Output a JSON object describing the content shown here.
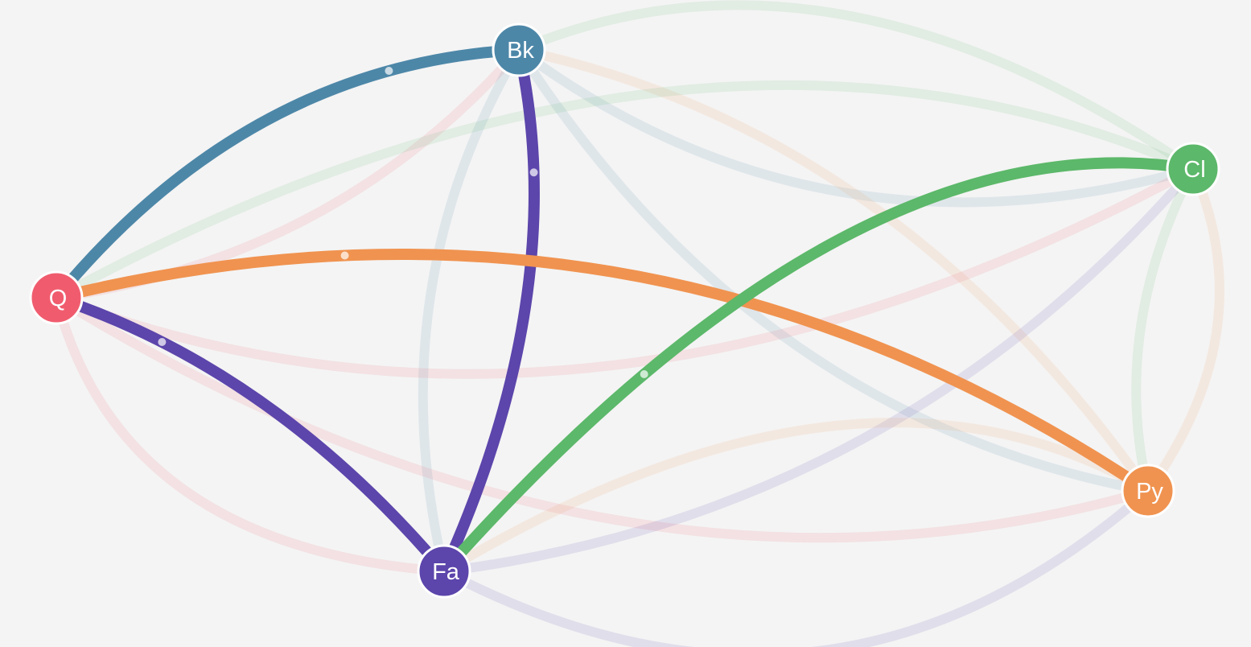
{
  "background_color": "#f4f4f4",
  "nodes": [
    {
      "id": "bk",
      "label": "Bk",
      "color": "#4d87a8"
    },
    {
      "id": "cl",
      "label": "Cl",
      "color": "#5cb86a"
    },
    {
      "id": "py",
      "label": "Py",
      "color": "#f09350"
    },
    {
      "id": "fa",
      "label": "Fa",
      "color": "#5c45ab"
    },
    {
      "id": "q",
      "label": "Q",
      "color": "#f05c6e"
    }
  ],
  "edges": [
    {
      "source": "bk",
      "target": "q",
      "highlighted": true,
      "color": "#4d87a8"
    },
    {
      "source": "bk",
      "target": "fa",
      "highlighted": true,
      "color": "#5c45ab"
    },
    {
      "source": "q",
      "target": "fa",
      "highlighted": true,
      "color": "#5c45ab"
    },
    {
      "source": "q",
      "target": "py",
      "highlighted": true,
      "color": "#f09350"
    },
    {
      "source": "fa",
      "target": "cl",
      "highlighted": true,
      "color": "#5cb86a"
    },
    {
      "source": "bk",
      "target": "cl",
      "highlighted": false,
      "color": "#5cb86a"
    },
    {
      "source": "bk",
      "target": "cl",
      "highlighted": false,
      "color": "#4d87a8"
    },
    {
      "source": "bk",
      "target": "py",
      "highlighted": false,
      "color": "#f09350"
    },
    {
      "source": "bk",
      "target": "py",
      "highlighted": false,
      "color": "#4d87a8"
    },
    {
      "source": "bk",
      "target": "q",
      "highlighted": false,
      "color": "#f05c6e"
    },
    {
      "source": "bk",
      "target": "fa",
      "highlighted": false,
      "color": "#4d87a8"
    },
    {
      "source": "q",
      "target": "cl",
      "highlighted": false,
      "color": "#5cb86a"
    },
    {
      "source": "q",
      "target": "cl",
      "highlighted": false,
      "color": "#f05c6e"
    },
    {
      "source": "q",
      "target": "py",
      "highlighted": false,
      "color": "#f05c6e"
    },
    {
      "source": "q",
      "target": "fa",
      "highlighted": false,
      "color": "#f05c6e"
    },
    {
      "source": "cl",
      "target": "py",
      "highlighted": false,
      "color": "#5cb86a"
    },
    {
      "source": "cl",
      "target": "py",
      "highlighted": false,
      "color": "#f09350"
    },
    {
      "source": "cl",
      "target": "fa",
      "highlighted": false,
      "color": "#5c45ab"
    },
    {
      "source": "fa",
      "target": "py",
      "highlighted": false,
      "color": "#f09350"
    },
    {
      "source": "fa",
      "target": "py",
      "highlighted": false,
      "color": "#5c45ab"
    }
  ]
}
